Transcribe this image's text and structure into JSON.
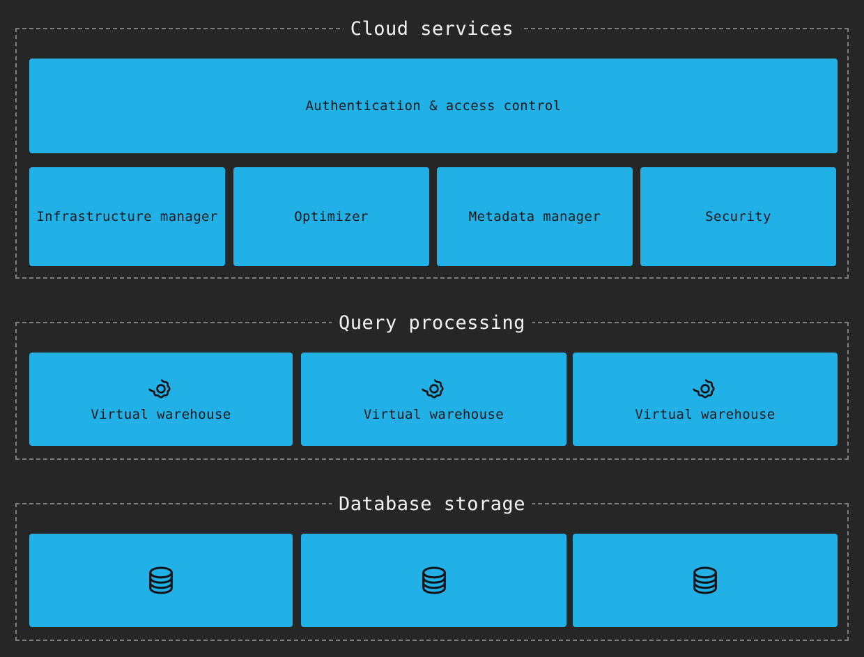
{
  "theme": {
    "background": "#262626",
    "node_fill": "#21b1e6",
    "node_text": "#15171a",
    "group_border": "#7f7f7f",
    "group_title_text": "#f2f2f2"
  },
  "diagram": {
    "type": "architecture-layers",
    "sections": [
      {
        "id": "cloud-services",
        "title": "Cloud services",
        "nodes": [
          {
            "id": "authentication",
            "label": "Authentication & access control",
            "icon": null
          },
          {
            "id": "infrastructure-manager",
            "label": "Infrastructure manager",
            "icon": null
          },
          {
            "id": "optimizer",
            "label": "Optimizer",
            "icon": null
          },
          {
            "id": "metadata-manager",
            "label": "Metadata manager",
            "icon": null
          },
          {
            "id": "security",
            "label": "Security",
            "icon": null
          }
        ]
      },
      {
        "id": "query-processing",
        "title": "Query processing",
        "nodes": [
          {
            "id": "virtual-warehouse-1",
            "label": "Virtual warehouse",
            "icon": "gear-icon"
          },
          {
            "id": "virtual-warehouse-2",
            "label": "Virtual warehouse",
            "icon": "gear-icon"
          },
          {
            "id": "virtual-warehouse-3",
            "label": "Virtual warehouse",
            "icon": "gear-icon"
          }
        ]
      },
      {
        "id": "database-storage",
        "title": "Database storage",
        "nodes": [
          {
            "id": "database-1",
            "label": "",
            "icon": "database-icon"
          },
          {
            "id": "database-2",
            "label": "",
            "icon": "database-icon"
          },
          {
            "id": "database-3",
            "label": "",
            "icon": "database-icon"
          }
        ]
      }
    ]
  }
}
